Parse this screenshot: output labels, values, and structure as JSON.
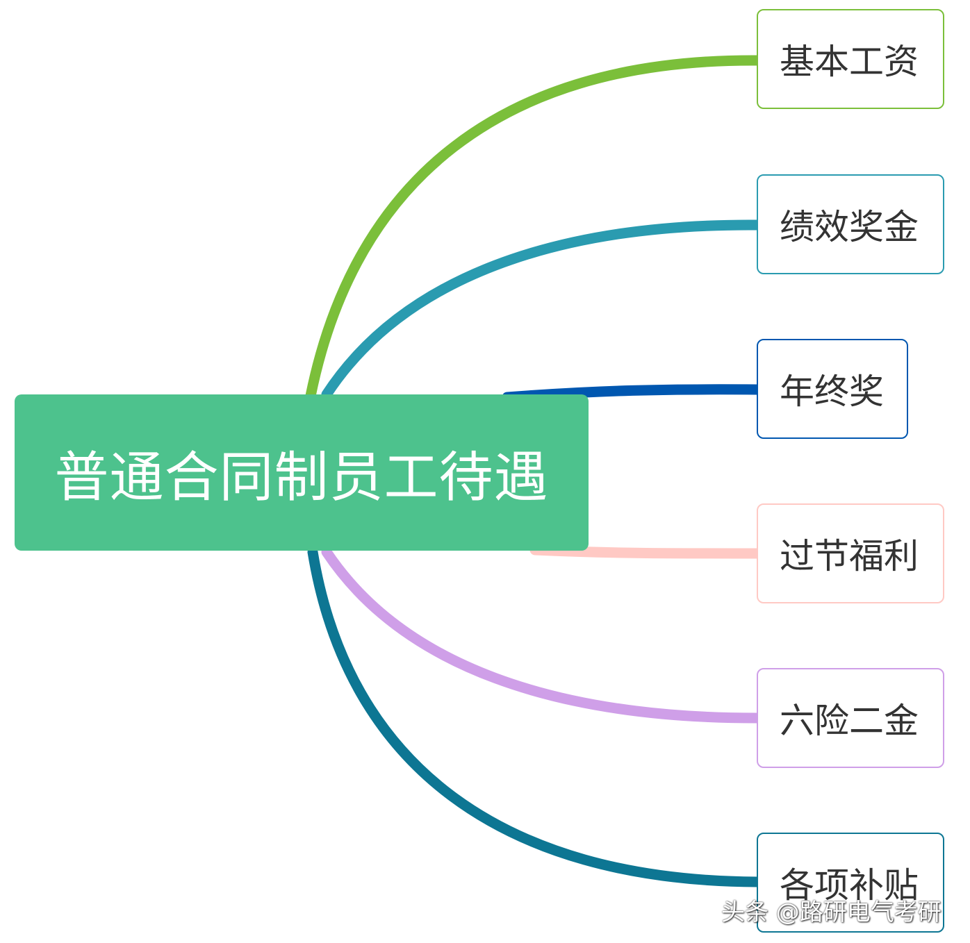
{
  "root": {
    "label": "普通合同制员工待遇",
    "color": "#4dc28d"
  },
  "branches": [
    {
      "label": "基本工资",
      "color": "#7bbf3a"
    },
    {
      "label": "绩效奖金",
      "color": "#2a9bb0"
    },
    {
      "label": "年终奖",
      "color": "#0057b0"
    },
    {
      "label": "过节福利",
      "color": "#ffc9c4"
    },
    {
      "label": "六险二金",
      "color": "#cf9fe8"
    },
    {
      "label": "各项补贴",
      "color": "#0d7693"
    }
  ],
  "watermark": "头条 @路研电气考研"
}
